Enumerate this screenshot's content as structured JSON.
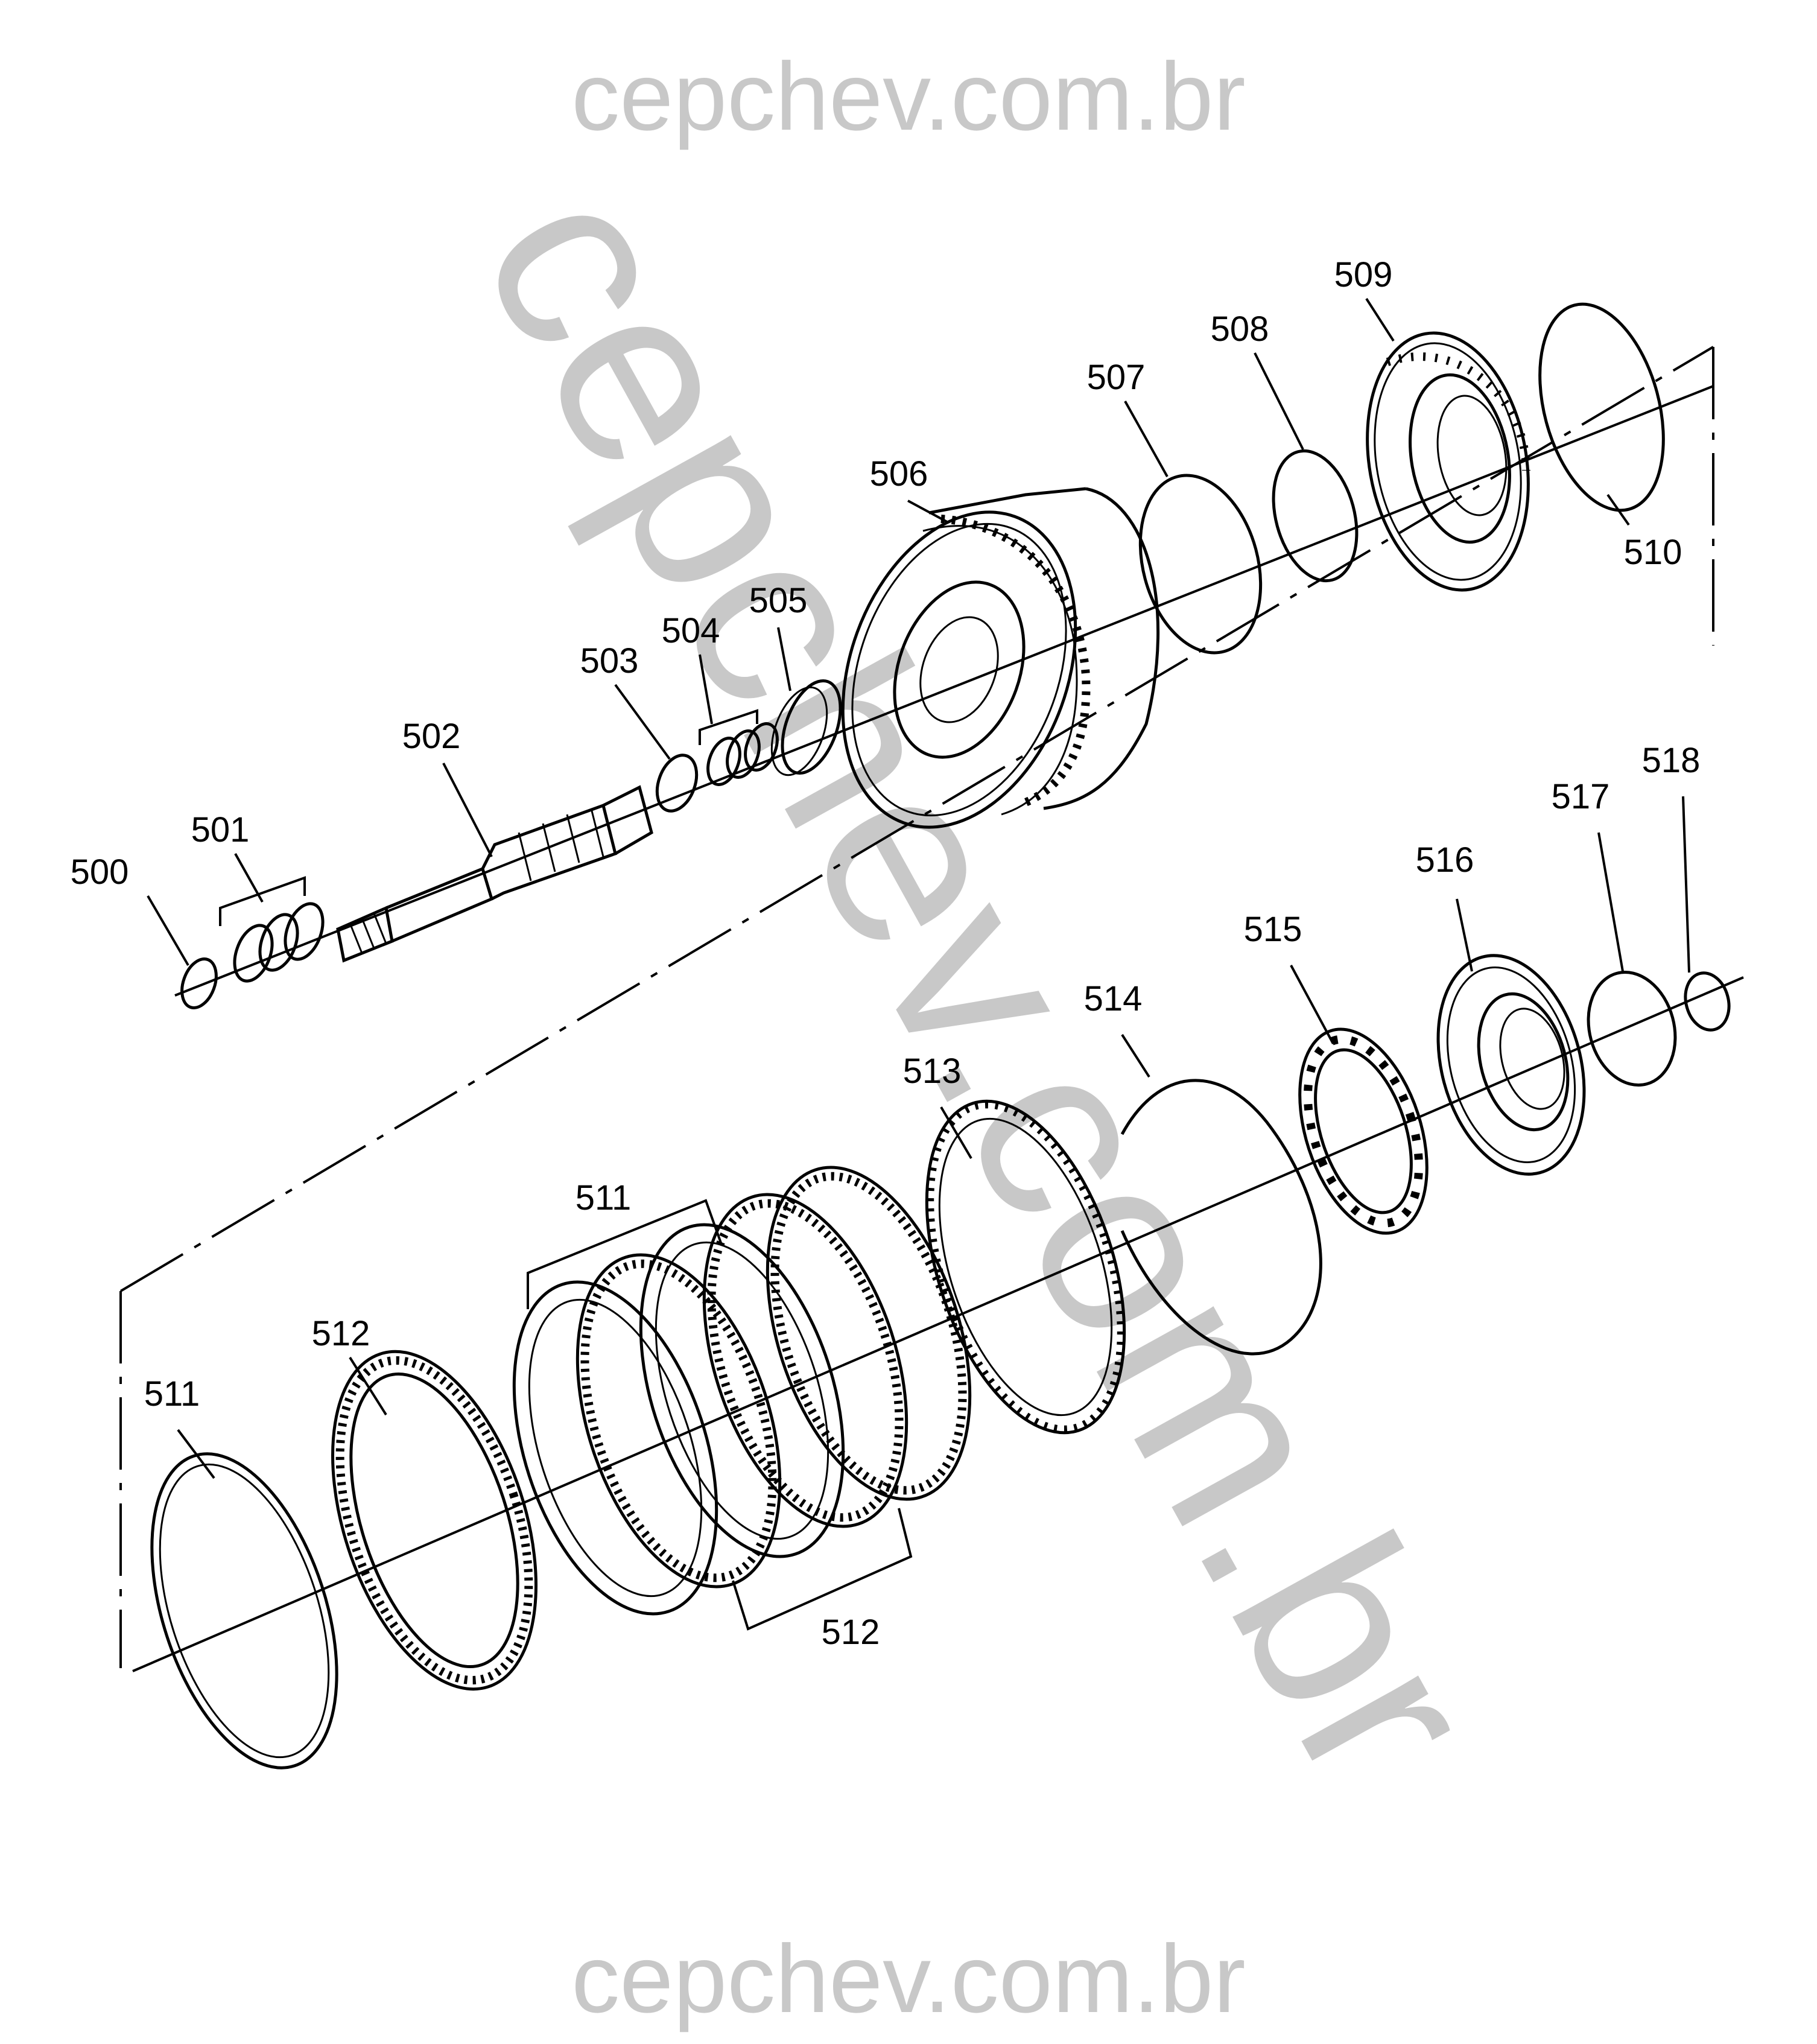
{
  "watermark": {
    "top_text": "cepchev.com.br",
    "diagonal_text": "cepchev.com.br",
    "bottom_text": "cepchev.com.br",
    "color": "#c8c8c8"
  },
  "callouts": {
    "c500": "500",
    "c501": "501",
    "c502": "502",
    "c503": "503",
    "c504": "504",
    "c505": "505",
    "c506": "506",
    "c507": "507",
    "c508": "508",
    "c509": "509",
    "c510": "510",
    "c511a": "511",
    "c511b": "511",
    "c512a": "512",
    "c512b": "512",
    "c513": "513",
    "c514": "514",
    "c515": "515",
    "c516": "516",
    "c517": "517",
    "c518": "518"
  }
}
